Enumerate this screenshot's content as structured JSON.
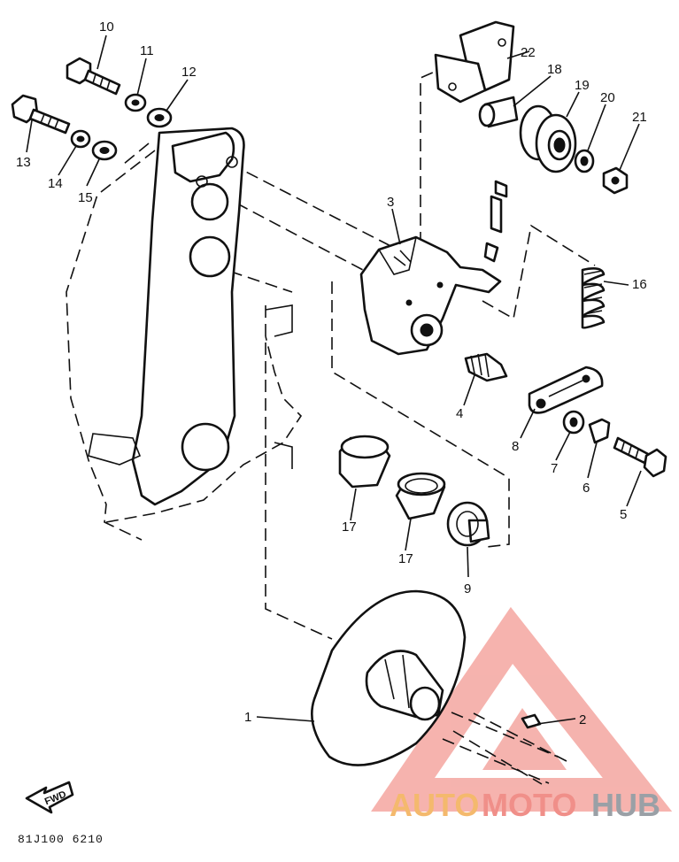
{
  "callouts": {
    "p1": "1",
    "p2": "2",
    "p3": "3",
    "p4": "4",
    "p5": "5",
    "p6": "6",
    "p7": "7",
    "p8": "8",
    "p9": "9",
    "p10": "10",
    "p11": "11",
    "p12": "12",
    "p13": "13",
    "p14": "14",
    "p15": "15",
    "p16": "16",
    "p17a": "17",
    "p17b": "17",
    "p18": "18",
    "p19": "19",
    "p20": "20",
    "p21": "21",
    "p22": "22"
  },
  "fwd_label": "FWD",
  "drawing_code": "81J100 6210",
  "watermark": {
    "part1": "AUTO",
    "part2": "MOTO",
    "part3": "HUB"
  },
  "colors": {
    "line": "#111111",
    "watermark_orange": "#f4b96d",
    "watermark_red": "#f08f89",
    "watermark_gray": "#9aa0a6"
  }
}
